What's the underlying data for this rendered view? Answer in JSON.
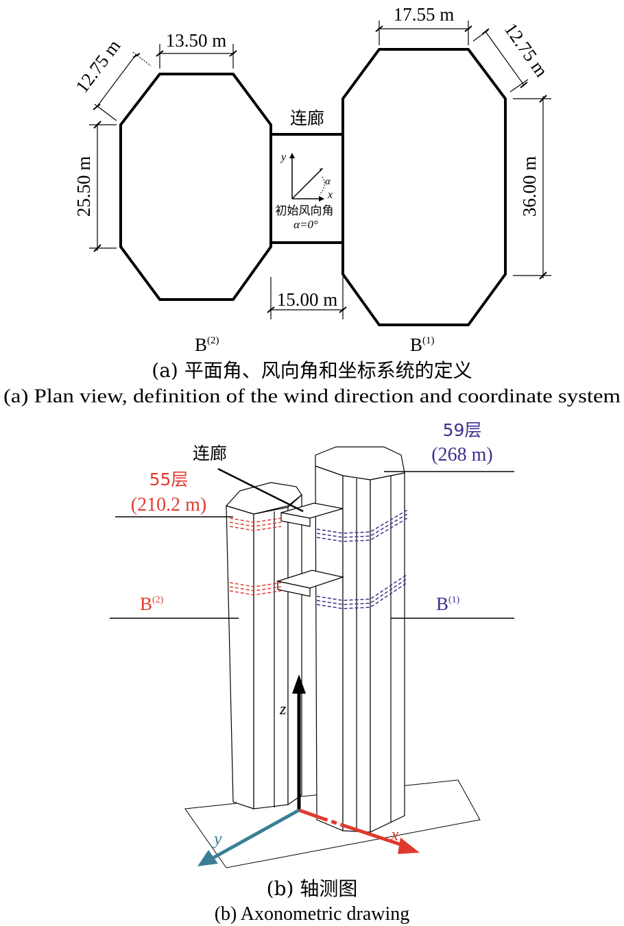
{
  "plan": {
    "dims": {
      "b2_top_width": "13.50 m",
      "b2_chamfer": "12.75 m",
      "b2_height": "25.50 m",
      "b1_top_width": "17.55 m",
      "b1_chamfer": "12.75 m",
      "b1_height": "36.00 m",
      "corridor_width": "15.00 m"
    },
    "corridor_label": "连廊",
    "axis_y": "y",
    "axis_x": "x",
    "angle_symbol": "α",
    "initial_angle_label": "初始风向角",
    "initial_angle_value": "α=0°",
    "building_b2": "B",
    "building_b2_sup": "(2)",
    "building_b1": "B",
    "building_b1_sup": "(1)",
    "caption_cn": "(a) 平面角、风向角和坐标系统的定义",
    "caption_en": "(a) Plan view, definition of the wind direction and coordinate system"
  },
  "axonometric": {
    "corridor_label": "连廊",
    "b1_floors": "59层",
    "b1_height": "(268 m)",
    "b2_floors": "55层",
    "b2_height": "(210.2 m)",
    "b2_label": "B",
    "b2_sup": "(2)",
    "b1_label": "B",
    "b1_sup": "(1)",
    "axis_z": "z",
    "axis_x": "x",
    "axis_y": "y",
    "caption_cn": "(b) 轴测图",
    "caption_en": "(b) Axonometric drawing"
  },
  "colors": {
    "b2_red": "#e03a2f",
    "b1_purple": "#3b2f8f",
    "x_axis": "#e03a2f",
    "y_axis": "#3a7f95",
    "z_axis": "#000000"
  }
}
